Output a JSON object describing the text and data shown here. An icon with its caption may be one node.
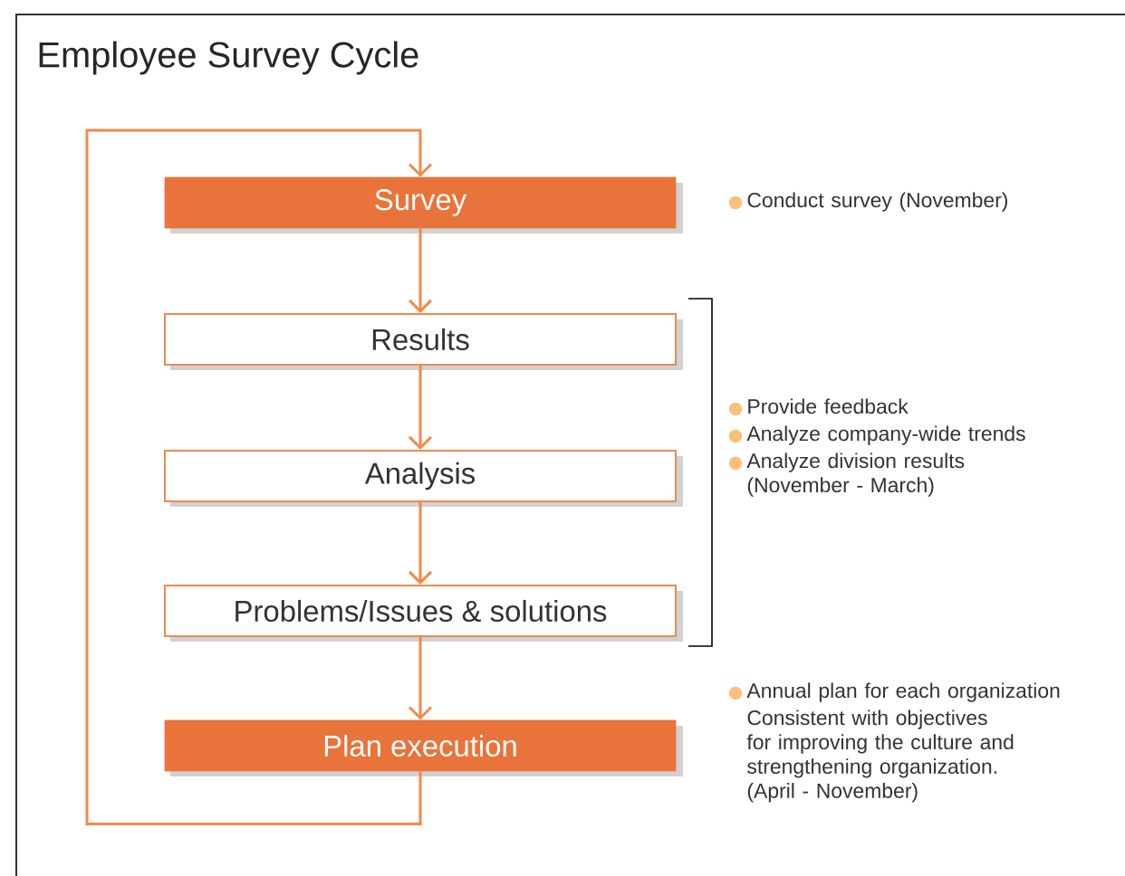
{
  "diagram": {
    "title": "Employee Survey Cycle",
    "nodes": [
      {
        "text": [
          "Survey"
        ]
      },
      {
        "text": [
          "Results"
        ]
      },
      {
        "text": [
          "Analysis"
        ]
      },
      {
        "text": [
          "Problems/Issues & solutions"
        ]
      },
      {
        "text": [
          "Plan execution"
        ]
      }
    ],
    "edges": [
      {
        "from": 0,
        "to": 1,
        "arrow": "to"
      },
      {
        "from": 1,
        "to": 2,
        "arrow": "to"
      },
      {
        "from": 2,
        "to": 3,
        "arrow": "to"
      },
      {
        "from": 3,
        "to": 4,
        "arrow": "to"
      },
      {
        "from": 4,
        "to": 0,
        "arrow": "to"
      }
    ],
    "labels": [
      "Conduct survey (November)",
      "Provide feedback",
      "Analyze company-wide trends",
      "Analyze division results (November - March)",
      "Annual plan for each organization",
      "Consistent with objectives for improving the culture and strengthening organization. (April - November)"
    ]
  }
}
